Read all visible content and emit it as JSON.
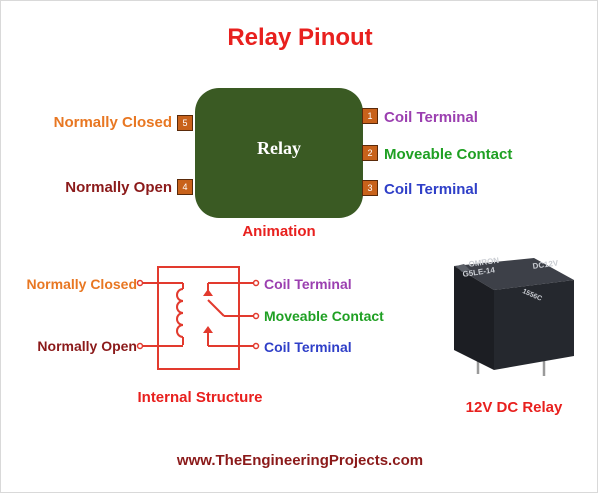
{
  "title": "Relay Pinout",
  "relay_label": "Relay",
  "pins": [
    {
      "number": "5",
      "label": "Normally Closed",
      "color": "#e87722"
    },
    {
      "number": "4",
      "label": "Normally Open",
      "color": "#8b1a1a"
    },
    {
      "number": "1",
      "label": "Coil Terminal",
      "color": "#9b3fb0"
    },
    {
      "number": "2",
      "label": "Moveable Contact",
      "color": "#1fa023"
    },
    {
      "number": "3",
      "label": "Coil Terminal",
      "color": "#2f3fc8"
    }
  ],
  "animation_caption": "Animation",
  "internal": {
    "normally_closed": "Normally Closed",
    "normally_open": "Normally Open",
    "coil_terminal_top": "Coil Terminal",
    "moveable_contact": "Moveable Contact",
    "coil_terminal_bottom": "Coil Terminal",
    "caption": "Internal Structure"
  },
  "photo": {
    "caption": "12V DC Relay",
    "brand": "OMRON",
    "model": "G5LE-14",
    "rating": "DC12V",
    "code": "1556C"
  },
  "website": "www.TheEngineeringProjects.com",
  "colors": {
    "title": "#e8201e",
    "relay_body": "#3a5a23",
    "pin_fill": "#c8621b",
    "diagram_red": "#e23a2e"
  }
}
